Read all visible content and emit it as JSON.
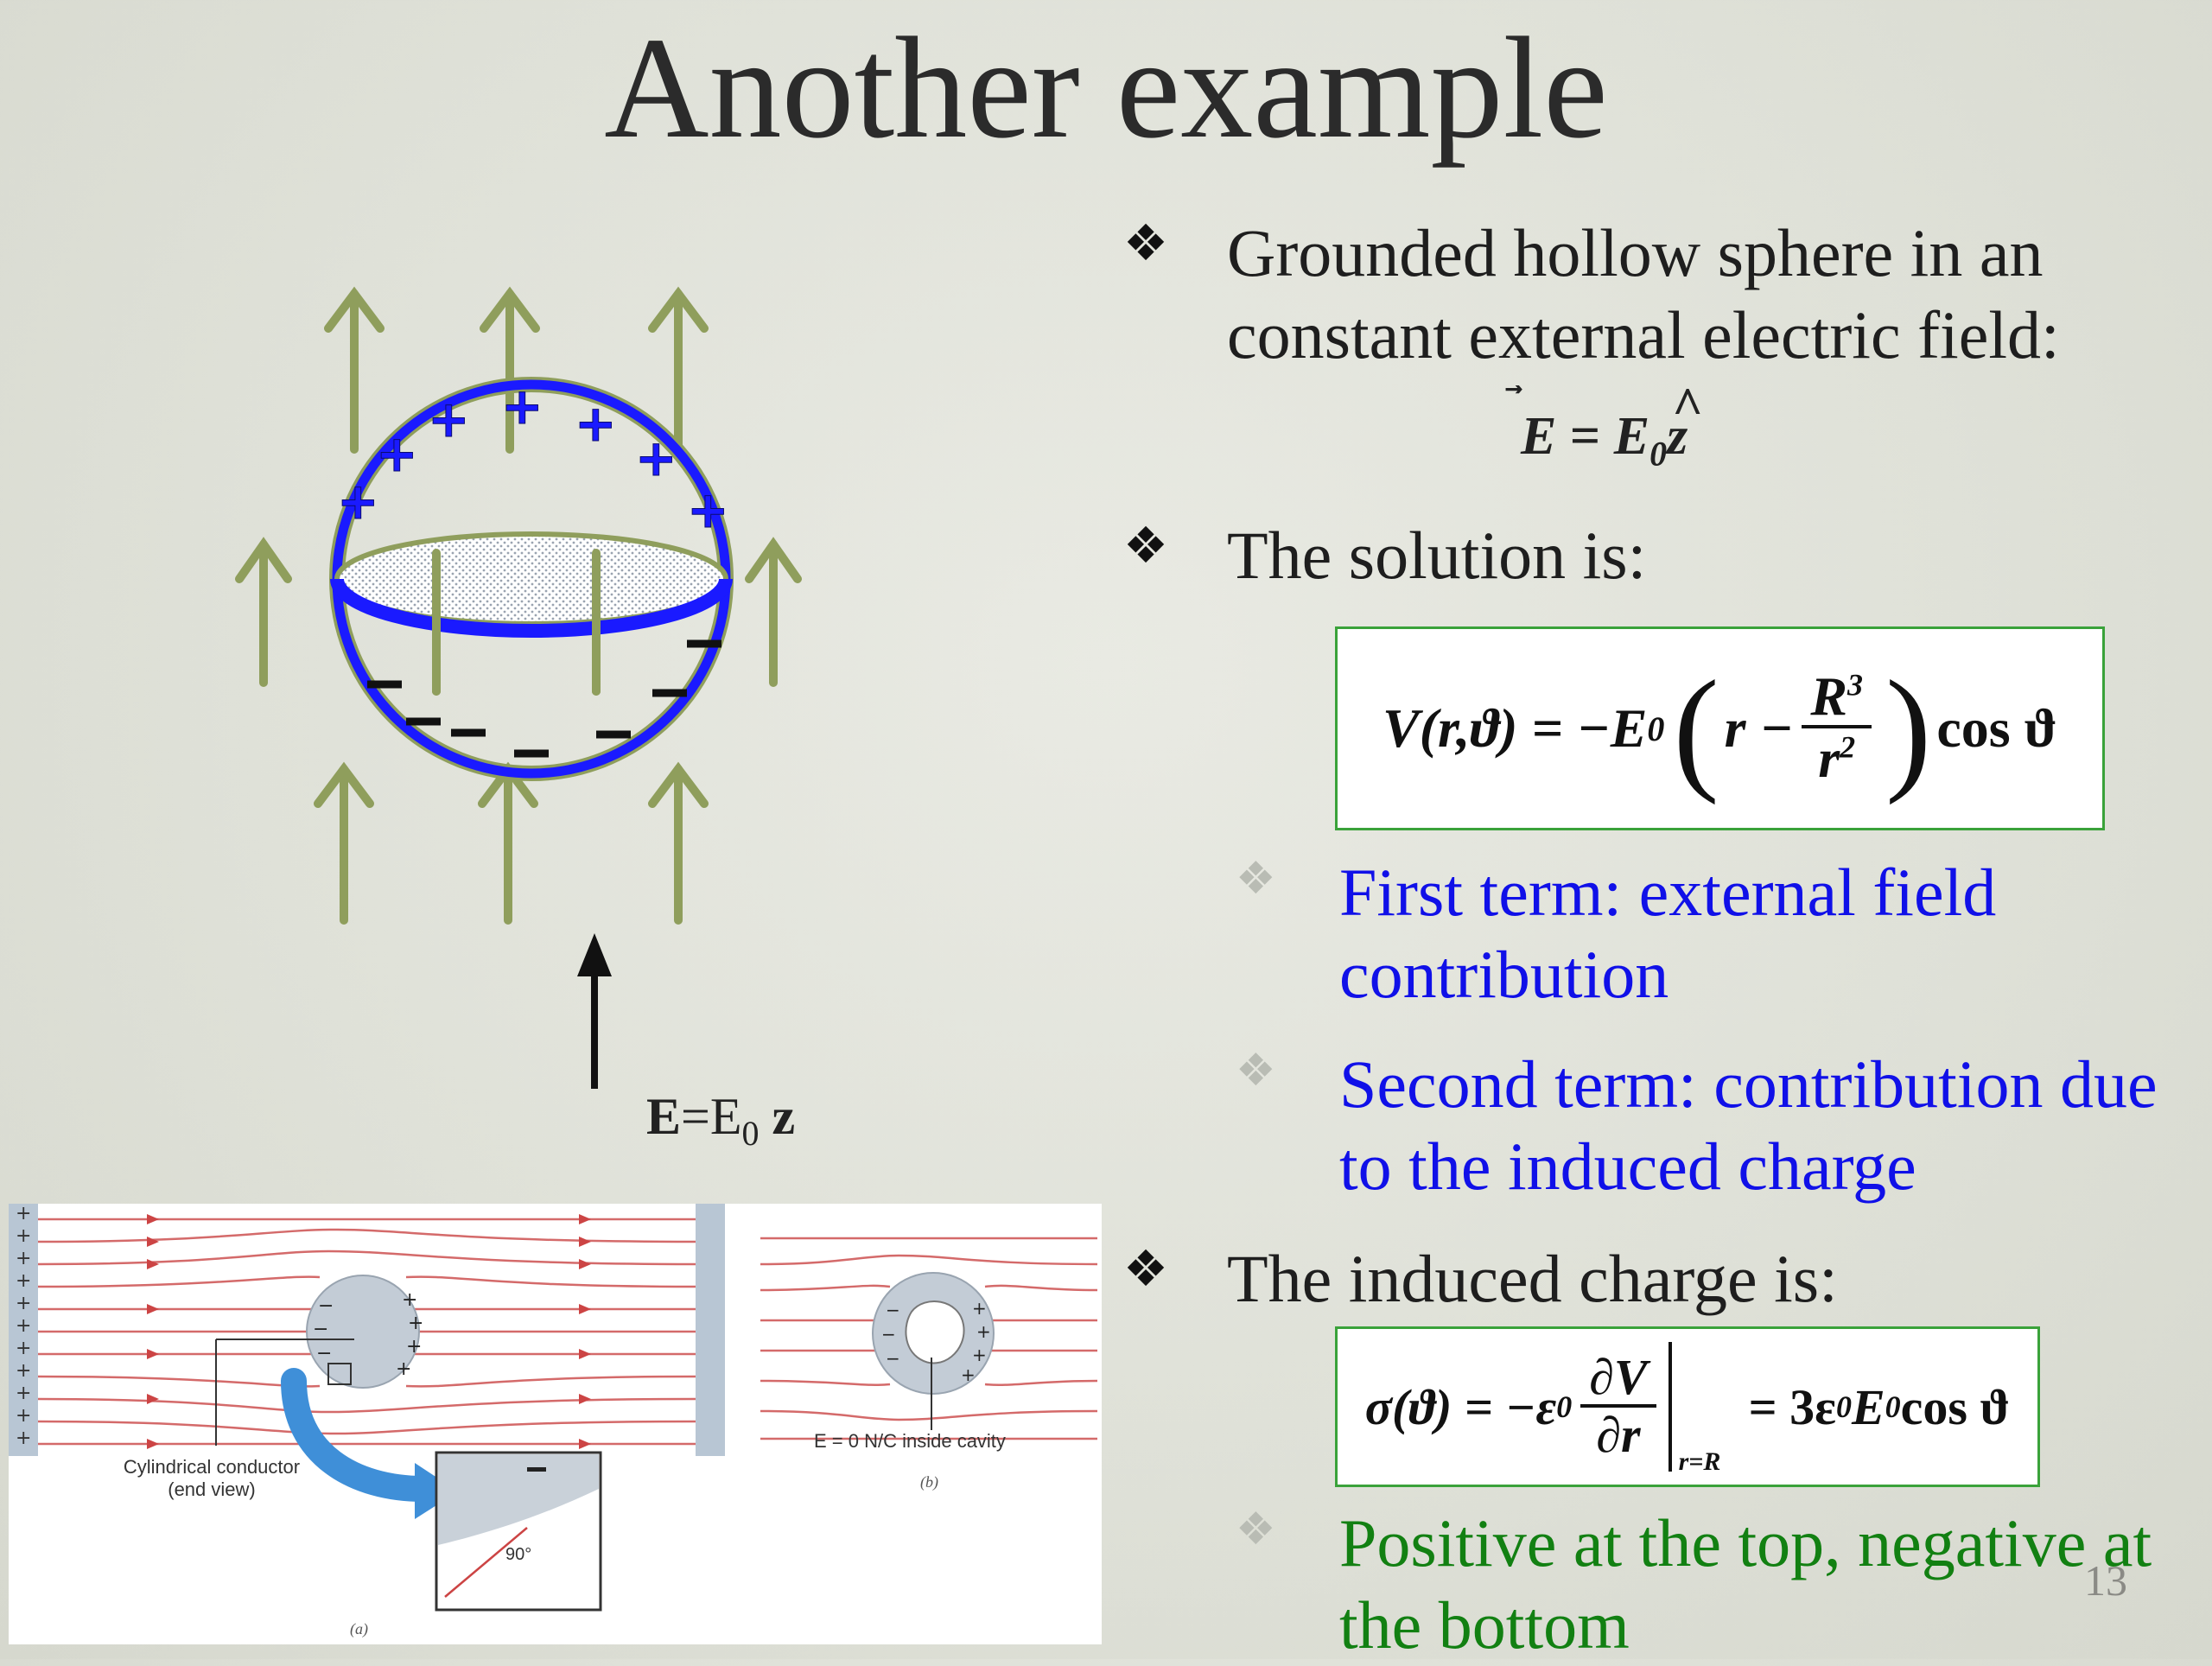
{
  "slide": {
    "title": "Another example",
    "page_number": "13"
  },
  "bullets": [
    {
      "text_line1": "Grounded hollow sphere in an",
      "text_line2": "constant external electric field:"
    },
    {
      "text": "The solution is:"
    },
    {
      "text": "The induced charge is:"
    }
  ],
  "sub_bullets": [
    {
      "line1": "First term: external field",
      "line2": "contribution",
      "color": "#1010e8"
    },
    {
      "line1": "Second term: contribution due",
      "line2": "to the induced charge",
      "color": "#1010e8"
    },
    {
      "line1": "Positive at the top, negative at",
      "line2": "the bottom",
      "color": "#128012"
    }
  ],
  "equations": {
    "field": {
      "E": "E",
      "eq": "=",
      "E0": "E",
      "sub0": "0",
      "zhat": "z"
    },
    "potential": {
      "lhs": "V(r,ϑ) = −E",
      "sub0": "0",
      "r": "r −",
      "num": "R",
      "num_sup": "3",
      "den": "r",
      "den_sup": "2",
      "cos": "cos ϑ"
    },
    "charge": {
      "lhs": "σ(ϑ) = −ε",
      "sub0": "0",
      "num": "∂V",
      "den": "∂r",
      "eval": "r=R",
      "rhs1": "= 3ε",
      "rhs_sub0": "0",
      "rhs2": "E",
      "rhs_sub0b": "0",
      "rhs3": " cos ϑ"
    }
  },
  "sphere_figure": {
    "field_label_E": "E",
    "field_label_eq": "=E",
    "field_label_sub": "0",
    "field_label_z": "z",
    "plus_sign": "+",
    "minus_sign": "−",
    "arrow_color": "#8f9e5c",
    "sphere_color": "#1a1aff"
  },
  "conductor_figure": {
    "label_conductor": "Cylindrical conductor",
    "label_end_view": "(end view)",
    "label_cavity": "E = 0 N/C inside cavity",
    "label_b": "(b)",
    "label_a": "(a)",
    "label_angle": "90°",
    "minus_sign": "−"
  }
}
